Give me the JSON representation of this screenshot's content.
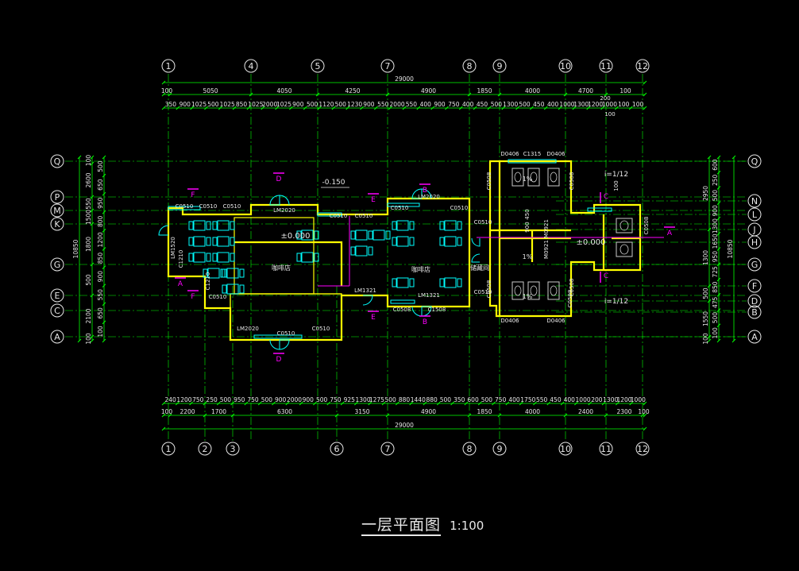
{
  "title": {
    "text": "一层平面图",
    "scale": "1:100"
  },
  "colors": {
    "axis": "#00ff00",
    "wall": "#ffff00",
    "furn": "#00ffff",
    "dim": "#00ff00",
    "mark": "#ff00ff",
    "text": "#e8e8e8",
    "room": "#ff00ff"
  },
  "axes": {
    "top": [
      "1",
      "4",
      "5",
      "7",
      "8",
      "9",
      "10",
      "11",
      "12"
    ],
    "bottom": [
      "1",
      "2",
      "3",
      "6",
      "7",
      "8",
      "9",
      "10",
      "11",
      "12"
    ],
    "left": [
      "Q",
      "P",
      "M",
      "K",
      "G",
      "E",
      "C",
      "A"
    ],
    "right": [
      "Q",
      "N",
      "L",
      "J",
      "H",
      "G",
      "F",
      "D",
      "B",
      "A"
    ]
  },
  "dims": {
    "top_total": "29000",
    "top_row1": [
      "100",
      "5050",
      "4050",
      "4250",
      "4900",
      "1850",
      "4000",
      "4700",
      "100"
    ],
    "top_row2": [
      "350",
      "900",
      "1025",
      "500",
      "1025",
      "850",
      "1025",
      "2000",
      "1025",
      "900",
      "500",
      "1120",
      "500",
      "1230",
      "900",
      "550",
      "2000",
      "550",
      "400",
      "900",
      "750",
      "400",
      "450",
      "500",
      "1300",
      "500",
      "450",
      "400",
      "1000",
      "1300",
      "1200",
      "1000",
      "100",
      "100"
    ],
    "bottom_total": "29000",
    "bottom_row1": [
      "100",
      "2200",
      "1700",
      "6300",
      "3150",
      "4900",
      "1850",
      "4000",
      "2400",
      "2300",
      "100"
    ],
    "bottom_row2": [
      "240",
      "1200",
      "750",
      "250",
      "500",
      "950",
      "750",
      "500",
      "900",
      "2000",
      "900",
      "500",
      "750",
      "925",
      "1300",
      "1275",
      "500",
      "880",
      "1440",
      "880",
      "500",
      "350",
      "600",
      "500",
      "750",
      "400",
      "1750",
      "550",
      "450",
      "400",
      "1000",
      "200",
      "1300",
      "1200",
      "1000"
    ],
    "left_total": "10850",
    "left_row1": [
      "100",
      "2600",
      "550",
      "1500",
      "1800",
      "500",
      "2100",
      "100"
    ],
    "left_row2": [
      "500",
      "650",
      "950",
      "800",
      "1200",
      "850",
      "900",
      "550",
      "650",
      "100"
    ],
    "right_total": "10850",
    "right_row1": [
      "2950",
      "1300",
      "500",
      "1550",
      "100"
    ],
    "right_row2": [
      "600",
      "250",
      "500",
      "900",
      "1300",
      "1650",
      "950",
      "725",
      "850",
      "475",
      "500",
      "100"
    ]
  },
  "labels": {
    "doors": [
      "C0510",
      "C0510",
      "C0510",
      "LM2020",
      "C0510",
      "C0510",
      "C0510",
      "LM2020",
      "C0510",
      "LM1520",
      "C1210",
      "C1210",
      "C0510",
      "C0510",
      "LM2020",
      "C0510",
      "LM1321",
      "LM1321",
      "C0508",
      "C1508",
      "C0510",
      "C0510",
      "D0406",
      "C1315",
      "D0406",
      "C0508",
      "C0508",
      "M0921",
      "M0921",
      "C0508",
      "C0508",
      "D0406",
      "D0406",
      "C0508",
      "C0508"
    ],
    "room1": "咖啡店",
    "room2": "咖啡店",
    "storage": "储藏间",
    "level_outer": "-0.150",
    "level_main": "±0.000",
    "level_right": "±0.000",
    "slope": "1%",
    "ramp": "i=1/12",
    "sections": [
      "A",
      "A",
      "B",
      "B",
      "C",
      "C",
      "D",
      "D",
      "E",
      "E",
      "F",
      "F"
    ],
    "misc": [
      "900",
      "450",
      "100",
      "200",
      "100"
    ]
  }
}
